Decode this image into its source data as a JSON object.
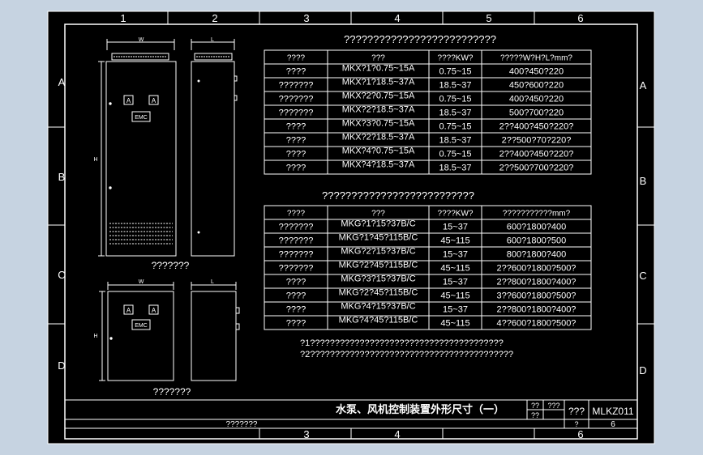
{
  "frame": {
    "top_cols": [
      "1",
      "2",
      "3",
      "4",
      "5",
      "6"
    ],
    "bottom_cols": [
      "3",
      "4",
      "6"
    ],
    "rows": [
      "A",
      "B",
      "C",
      "D"
    ]
  },
  "table1": {
    "title": "??????????????????????????",
    "headers": [
      "????",
      "???",
      "????KW?",
      "?????W?H?L?mm?"
    ],
    "rows": [
      [
        "????",
        "MKX?1?0.75~15A",
        "0.75~15",
        "400?450?220"
      ],
      [
        "???????",
        "MKX?1?18.5~37A",
        "18.5~37",
        "450?600?220"
      ],
      [
        "???????",
        "MKX?2?0.75~15A",
        "0.75~15",
        "400?450?220"
      ],
      [
        "???????",
        "MKX?2?18.5~37A",
        "18.5~37",
        "500?700?220"
      ],
      [
        "????",
        "MKX?3?0.75~15A",
        "0.75~15",
        "2??400?450?220?"
      ],
      [
        "????",
        "MKX?2?18.5~37A",
        "18.5~37",
        "2??500?70?220?"
      ],
      [
        "????",
        "MKX?4?0.75~15A",
        "0.75~15",
        "2??400?450?220?"
      ],
      [
        "????",
        "MKX?4?18.5~37A",
        "18.5~37",
        "2??500?700?220?"
      ]
    ]
  },
  "table2": {
    "title": "??????????????????????????",
    "headers": [
      "????",
      "???",
      "????KW?",
      "???????????mm?"
    ],
    "rows": [
      [
        "???????",
        "MKG?1?15?37B/C",
        "15~37",
        "600?1800?400"
      ],
      [
        "???????",
        "MKG?1?45?115B/C",
        "45~115",
        "600?1800?500"
      ],
      [
        "???????",
        "MKG?2?15?37B/C",
        "15~37",
        "800?1800?400"
      ],
      [
        "???????",
        "MKG?2?45?115B/C",
        "45~115",
        "2??600?1800?500?"
      ],
      [
        "????",
        "MKG?3?15?37B/C",
        "15~37",
        "2??800?1800?400?"
      ],
      [
        "????",
        "MKG?2?45?115B/C",
        "45~115",
        "3??600?1800?500?"
      ],
      [
        "????",
        "MKG?4?15?37B/C",
        "15~37",
        "2??800?1800?400?"
      ],
      [
        "????",
        "MKG?4?45?115B/C",
        "45~115",
        "4??600?1800?500?"
      ]
    ]
  },
  "notes": [
    "?1???????????????????????????????????????",
    "?2?????????????????????????????????????????"
  ],
  "drawings": {
    "dim_w": "W",
    "dim_l": "L",
    "dim_h": "H",
    "badge_a": "A",
    "badge_emc": "EMC",
    "caption_top": "???????",
    "caption_bottom": "???????"
  },
  "title_block": {
    "title": "水泵、风机控制装置外形尺寸（一）",
    "cell_a": "??",
    "cell_b": "???",
    "cell_c": "??",
    "cell_d": "???",
    "drawing_no": "MLKZ011",
    "small_q": "?",
    "sheet": "6",
    "footer_left": "???????"
  }
}
